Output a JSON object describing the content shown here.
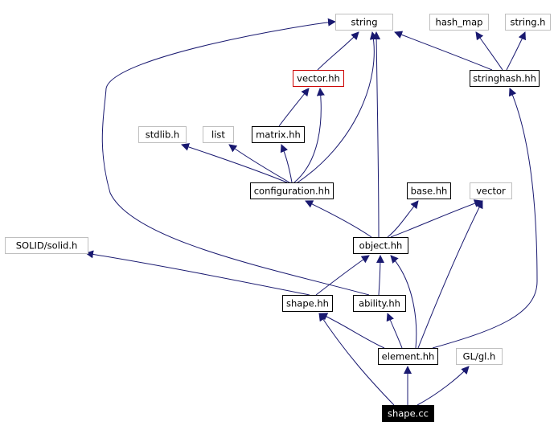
{
  "diagram": {
    "nodes": [
      {
        "id": "string",
        "label": "string",
        "style": "external"
      },
      {
        "id": "hash_map",
        "label": "hash_map",
        "style": "external"
      },
      {
        "id": "string_h",
        "label": "string.h",
        "style": "external"
      },
      {
        "id": "vector_hh",
        "label": "vector.hh",
        "style": "highlight"
      },
      {
        "id": "stringhash_hh",
        "label": "stringhash.hh",
        "style": "normal"
      },
      {
        "id": "stdlib_h",
        "label": "stdlib.h",
        "style": "external"
      },
      {
        "id": "list",
        "label": "list",
        "style": "external"
      },
      {
        "id": "matrix_hh",
        "label": "matrix.hh",
        "style": "normal"
      },
      {
        "id": "configuration_hh",
        "label": "configuration.hh",
        "style": "normal"
      },
      {
        "id": "base_hh",
        "label": "base.hh",
        "style": "normal"
      },
      {
        "id": "vector",
        "label": "vector",
        "style": "external"
      },
      {
        "id": "solid_h",
        "label": "SOLID/solid.h",
        "style": "external"
      },
      {
        "id": "object_hh",
        "label": "object.hh",
        "style": "normal"
      },
      {
        "id": "shape_hh",
        "label": "shape.hh",
        "style": "normal"
      },
      {
        "id": "ability_hh",
        "label": "ability.hh",
        "style": "normal"
      },
      {
        "id": "element_hh",
        "label": "element.hh",
        "style": "normal"
      },
      {
        "id": "gl_h",
        "label": "GL/gl.h",
        "style": "external"
      },
      {
        "id": "shape_cc",
        "label": "shape.cc",
        "style": "root"
      }
    ],
    "edges": [
      {
        "from": "vector_hh",
        "to": "string"
      },
      {
        "from": "matrix_hh",
        "to": "vector_hh"
      },
      {
        "from": "stringhash_hh",
        "to": "string"
      },
      {
        "from": "stringhash_hh",
        "to": "hash_map"
      },
      {
        "from": "stringhash_hh",
        "to": "string_h"
      },
      {
        "from": "configuration_hh",
        "to": "stdlib_h"
      },
      {
        "from": "configuration_hh",
        "to": "list"
      },
      {
        "from": "configuration_hh",
        "to": "matrix_hh"
      },
      {
        "from": "configuration_hh",
        "to": "vector_hh"
      },
      {
        "from": "configuration_hh",
        "to": "string"
      },
      {
        "from": "object_hh",
        "to": "configuration_hh"
      },
      {
        "from": "object_hh",
        "to": "string"
      },
      {
        "from": "object_hh",
        "to": "base_hh"
      },
      {
        "from": "object_hh",
        "to": "vector"
      },
      {
        "from": "shape_hh",
        "to": "solid_h"
      },
      {
        "from": "shape_hh",
        "to": "object_hh"
      },
      {
        "from": "ability_hh",
        "to": "object_hh"
      },
      {
        "from": "ability_hh",
        "to": "string"
      },
      {
        "from": "element_hh",
        "to": "object_hh"
      },
      {
        "from": "element_hh",
        "to": "shape_hh"
      },
      {
        "from": "element_hh",
        "to": "ability_hh"
      },
      {
        "from": "element_hh",
        "to": "vector"
      },
      {
        "from": "element_hh",
        "to": "stringhash_hh"
      },
      {
        "from": "shape_cc",
        "to": "shape_hh"
      },
      {
        "from": "shape_cc",
        "to": "element_hh"
      },
      {
        "from": "shape_cc",
        "to": "gl_h"
      }
    ]
  },
  "colors": {
    "edge": "#191970",
    "normal_border": "#000000",
    "external_border": "#bfbfbf",
    "highlight_border": "#cc0000",
    "root_fill": "#000000",
    "root_text": "#ffffff",
    "text": "#000000"
  }
}
